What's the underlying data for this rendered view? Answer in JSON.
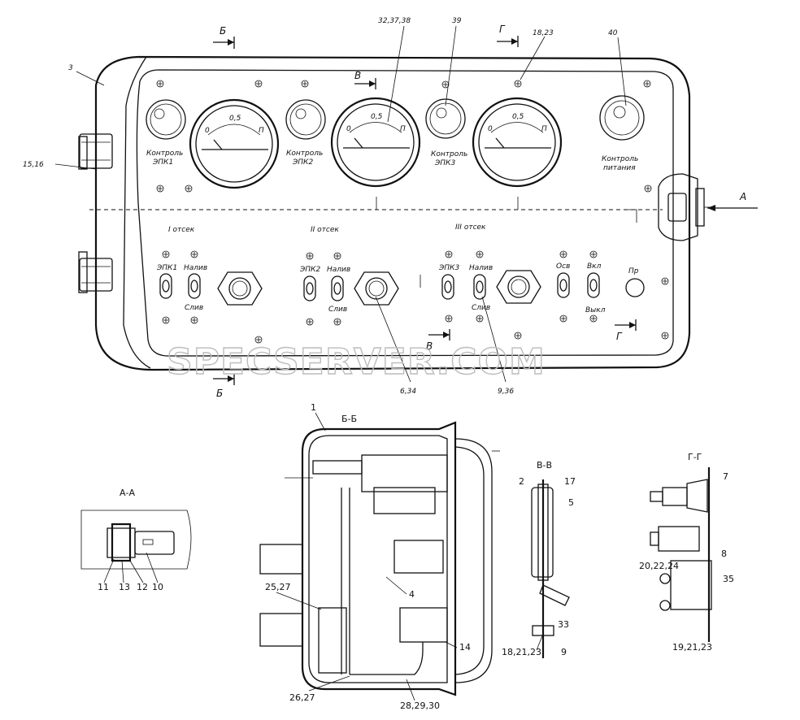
{
  "watermark": "SPECSERVER.COM",
  "callouts": {
    "c3": "3",
    "c15_16": "15,16",
    "c32": "32,37,38",
    "c39": "39",
    "c18_23": "18,23",
    "c40": "40",
    "c6_34": "6,34",
    "c9_36": "9,36",
    "c1": "1",
    "c25_27": "25,27",
    "c4": "4",
    "c14": "14",
    "c26_27": "26,27",
    "c28": "28,29,30",
    "c2": "2",
    "c17": "17",
    "c5": "5",
    "c33": "33",
    "c18_21": "18,21,23",
    "c9": "9",
    "c7": "7",
    "c20": "20,22,24",
    "c8": "8",
    "c35": "35",
    "c19": "19,21,23",
    "c11": "11",
    "c13": "13",
    "c12": "12",
    "c10": "10"
  },
  "section_marks": {
    "b_top": "Б",
    "b_bottom": "Б",
    "v_top": "В",
    "v_bottom": "В",
    "g_top": "Г",
    "g_bottom": "Г",
    "a_arrow": "А"
  },
  "section_titles": {
    "aa": "А-А",
    "bb": "Б-Б",
    "vv": "В-В",
    "gg": "Г-Г"
  },
  "panel": {
    "ctrl1": [
      "Контроль",
      "ЭПК1"
    ],
    "ctrl2": [
      "Контроль",
      "ЭПК2"
    ],
    "ctrl3": [
      "Контроль",
      "ЭПК3"
    ],
    "ctrl_power": [
      "Контроль",
      "питания"
    ],
    "gauge_0": "0",
    "gauge_05": "0,5",
    "gauge_p": "П",
    "comp1": "I отсек",
    "comp2": "II отсек",
    "comp3": "III отсек",
    "epk1": "ЭПК1",
    "epk2": "ЭПК2",
    "epk3": "ЭПК3",
    "naliv": "Налив",
    "sliv": "Слив",
    "osv": "Осв",
    "vkl": "Вкл",
    "vykl": "Выкл",
    "pr": "Пр"
  }
}
